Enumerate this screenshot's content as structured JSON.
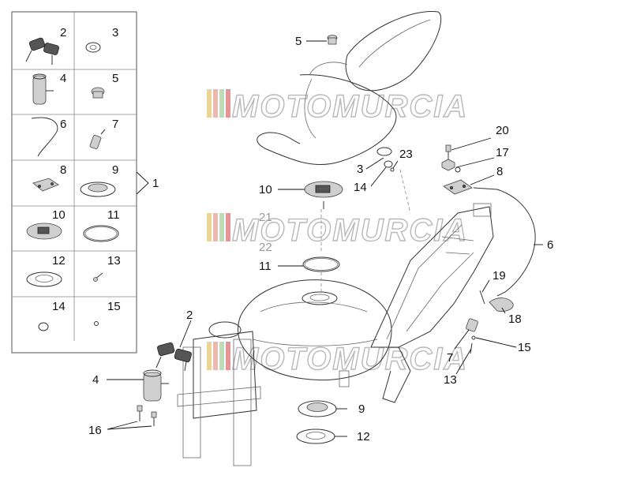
{
  "watermark": {
    "text": "MOTOMURCIA",
    "stripe_colors": [
      "#e3c36a",
      "#e59a8a",
      "#9fcf9a",
      "#d96a6a"
    ]
  },
  "kit_box": {
    "kit_label": "1",
    "cells": [
      {
        "label": "2",
        "part": "key-set"
      },
      {
        "label": "3",
        "part": "washer"
      },
      {
        "label": "4",
        "part": "ignition-lock"
      },
      {
        "label": "5",
        "part": "rubber-cap"
      },
      {
        "label": "6",
        "part": "cable"
      },
      {
        "label": "7",
        "part": "lock-pin"
      },
      {
        "label": "8",
        "part": "seat-lock-plate"
      },
      {
        "label": "9",
        "part": "tank-ring"
      },
      {
        "label": "10",
        "part": "tank-flange"
      },
      {
        "label": "11",
        "part": "o-ring"
      },
      {
        "label": "12",
        "part": "gasket-plate"
      },
      {
        "label": "13",
        "part": "screw"
      },
      {
        "label": "14",
        "part": "clip"
      },
      {
        "label": "15",
        "part": "small-washer"
      }
    ]
  },
  "callouts": [
    {
      "label": "5"
    },
    {
      "label": "3"
    },
    {
      "label": "23"
    },
    {
      "label": "14"
    },
    {
      "label": "10"
    },
    {
      "label": "21"
    },
    {
      "label": "22"
    },
    {
      "label": "11"
    },
    {
      "label": "20"
    },
    {
      "label": "17"
    },
    {
      "label": "8"
    },
    {
      "label": "6"
    },
    {
      "label": "19"
    },
    {
      "label": "18"
    },
    {
      "label": "7"
    },
    {
      "label": "15"
    },
    {
      "label": "13"
    },
    {
      "label": "2"
    },
    {
      "label": "4"
    },
    {
      "label": "16"
    },
    {
      "label": "9"
    },
    {
      "label": "12"
    }
  ]
}
